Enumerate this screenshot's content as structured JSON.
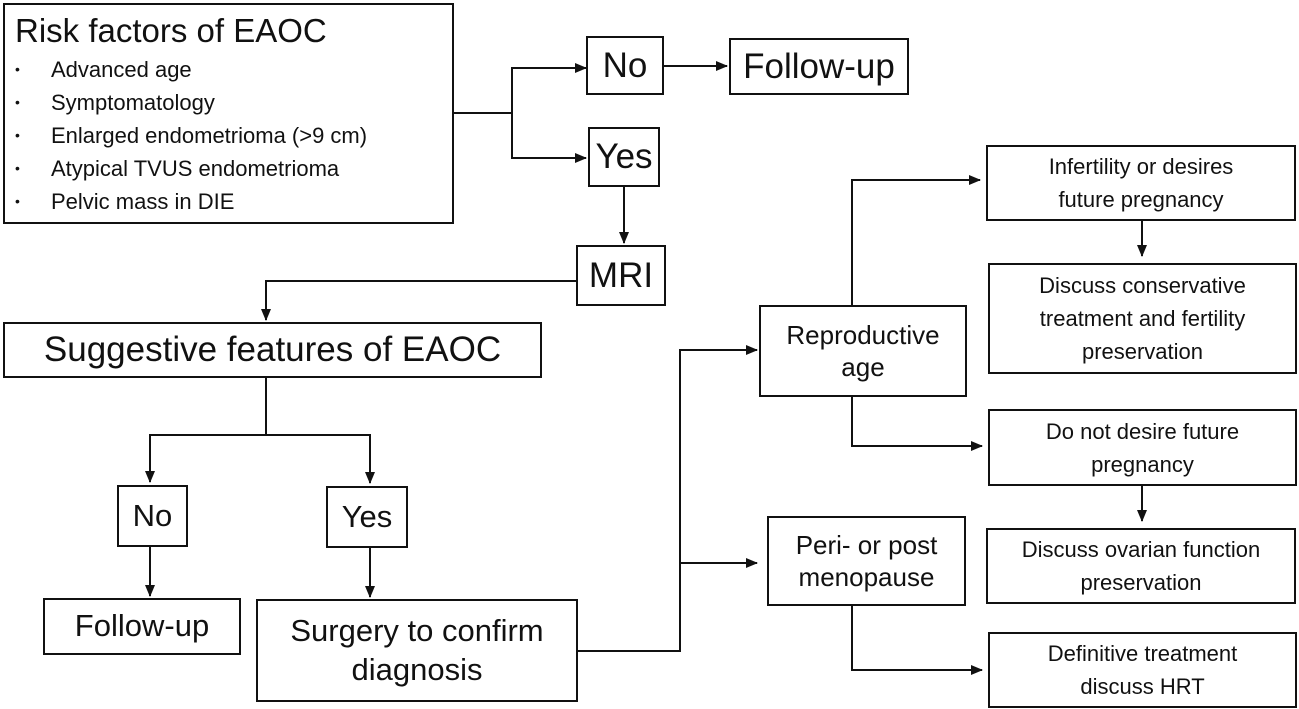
{
  "risk_factors": {
    "title": "Risk factors of EAOC",
    "items": [
      "Advanced age",
      "Symptomatology",
      "Enlarged endometrioma (>9 cm)",
      "Atypical TVUS endometrioma",
      "Pelvic mass in DIE"
    ]
  },
  "top_branch": {
    "no": "No",
    "followup": "Follow-up",
    "yes": "Yes",
    "mri": "MRI"
  },
  "suggestive": {
    "title": "Suggestive features of EAOC",
    "no": "No",
    "yes": "Yes",
    "followup": "Follow-up",
    "surgery_line1": "Surgery to confirm",
    "surgery_line2": "diagnosis"
  },
  "reproductive": {
    "line1": "Reproductive",
    "line2": "age",
    "infertility_line1": "Infertility or desires",
    "infertility_line2": "future pregnancy",
    "conservative_line1": "Discuss conservative",
    "conservative_line2": "treatment and fertility",
    "conservative_line3": "preservation",
    "no_desire_line1": "Do not desire future",
    "no_desire_line2": "pregnancy",
    "ovarian_line1": "Discuss ovarian function",
    "ovarian_line2": "preservation"
  },
  "menopause": {
    "line1": "Peri- or post",
    "line2": "menopause",
    "definitive_line1": "Definitive treatment",
    "definitive_line2": "discuss HRT"
  }
}
